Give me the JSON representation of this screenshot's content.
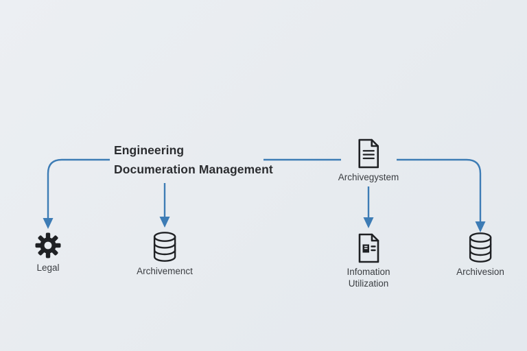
{
  "colors": {
    "bg": "#e9edf1",
    "accent": "#3d7cb5",
    "ink": "#1f2124",
    "title-color": "#2b2d30",
    "label-color": "#3a3d41"
  },
  "title": {
    "line1": "Engineering",
    "line2": "Documeration Management"
  },
  "nodes": {
    "legal": {
      "label": "Legal",
      "icon": "gear-icon"
    },
    "archivemenct": {
      "label": "Archivemenct",
      "icon": "database-icon"
    },
    "archivegystem": {
      "label": "Archivegystem",
      "icon": "document-icon"
    },
    "infomation_utilization": {
      "label": "Infomation Utilization",
      "icon": "document-table-icon"
    },
    "archivesion": {
      "label": "Archivesion",
      "icon": "database-icon"
    }
  }
}
